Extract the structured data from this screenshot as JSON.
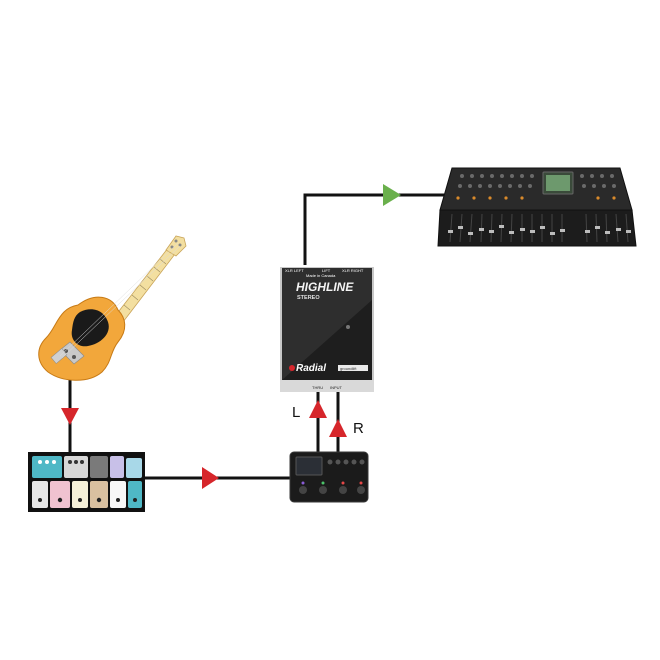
{
  "devices": {
    "guitar": {
      "name": "guitar-icon"
    },
    "pedalboard": {
      "name": "pedalboard-icon"
    },
    "multi_effects": {
      "name": "multi-effects-processor-icon"
    },
    "di_box": {
      "model": "HIGHLINE",
      "subtitle": "STEREO",
      "brand": "Radial",
      "made_in": "Made in Canada",
      "out_left": "XLR LEFT",
      "out_right": "XLR RIGHT",
      "lift": "LIFT",
      "in_left": "THRU",
      "in_right": "INPUT",
      "badge": "groundlift"
    },
    "mixer": {
      "name": "mixing-console-icon"
    }
  },
  "connections": {
    "left_label": "L",
    "right_label": "R"
  },
  "colors": {
    "cable": "#111111",
    "arrow_red": "#d6262b",
    "arrow_green": "#6ab04c",
    "guitar_body": "#f2a73b",
    "pedal_teal": "#4fb8c6"
  }
}
